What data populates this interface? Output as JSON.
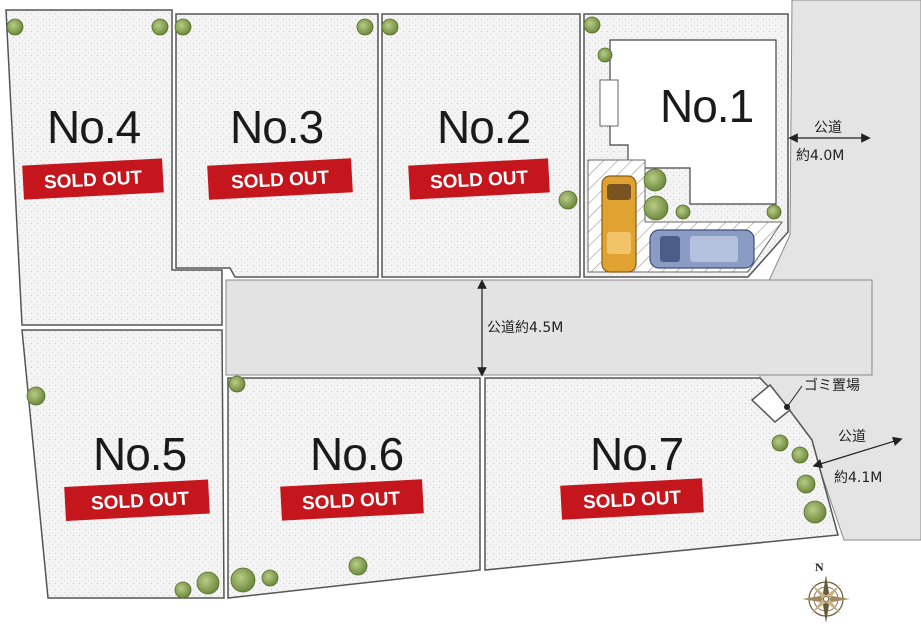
{
  "lots": [
    {
      "id": "no1",
      "label": "No.1",
      "status": ""
    },
    {
      "id": "no2",
      "label": "No.2",
      "status": "SOLD OUT"
    },
    {
      "id": "no3",
      "label": "No.3",
      "status": "SOLD OUT"
    },
    {
      "id": "no4",
      "label": "No.4",
      "status": "SOLD OUT"
    },
    {
      "id": "no5",
      "label": "No.5",
      "status": "SOLD OUT"
    },
    {
      "id": "no6",
      "label": "No.6",
      "status": "SOLD OUT"
    },
    {
      "id": "no7",
      "label": "No.7",
      "status": "SOLD OUT"
    }
  ],
  "roads": {
    "internal": "公道約4.5M",
    "east_top_line1": "公道",
    "east_top_line2": "約4.0M",
    "east_bottom_line1": "公道",
    "east_bottom_line2": "約4.1M"
  },
  "garbage_area": "ゴミ置場",
  "compass": {
    "north": "N"
  },
  "colors": {
    "sold_banner": "#c4161c",
    "lot_fill": "#f3f3f3",
    "road_fill": "#e3e3e3",
    "outline": "#555555",
    "tree": "#8aa35a",
    "car_yellow": "#e0a332",
    "car_blue": "#8a9cc4"
  }
}
